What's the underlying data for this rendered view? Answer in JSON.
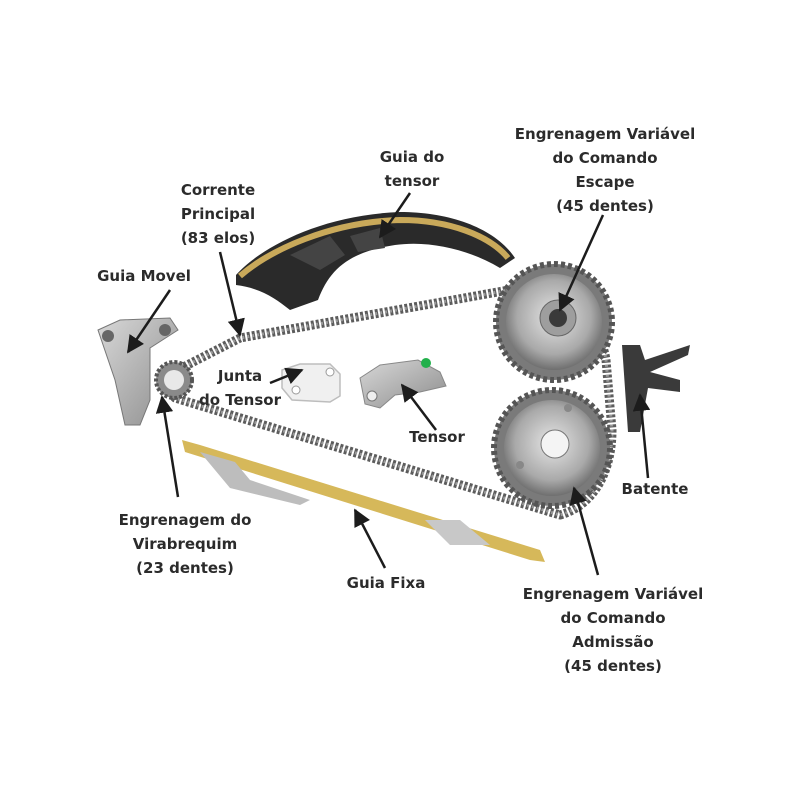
{
  "labels": {
    "corrente": [
      "Corrente",
      "Principal",
      "(83 elos)"
    ],
    "guia_tensor": [
      "Guia do",
      "tensor"
    ],
    "engrenagem_escape": [
      "Engrenagem Variável",
      "do Comando",
      "Escape",
      "(45 dentes)"
    ],
    "guia_movel": [
      "Guia Movel"
    ],
    "junta_tensor": [
      "Junta",
      "do Tensor"
    ],
    "tensor": [
      "Tensor"
    ],
    "batente": [
      "Batente"
    ],
    "engrenagem_virabrequim": [
      "Engrenagem do",
      "Virabrequim",
      "(23 dentes)"
    ],
    "guia_fixa": [
      "Guia Fixa"
    ],
    "engrenagem_admissao": [
      "Engrenagem Variável",
      "do Comando",
      "Admissão",
      "(45 dentes)"
    ]
  },
  "colors": {
    "chain": "#6e6e6e",
    "guide_dark": "#2a2a2a",
    "guide_yellow": "#d6b85a",
    "metal": "#b5b5b5",
    "label_text": "#2b2b2b",
    "tensor_dot": "#22b04b"
  }
}
